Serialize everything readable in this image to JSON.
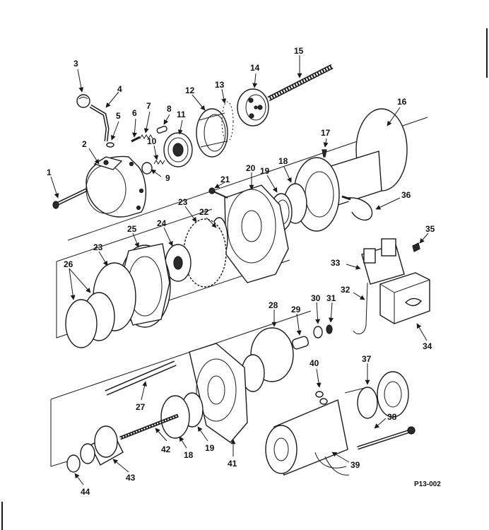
{
  "figure_ref": "P13-002",
  "callouts": {
    "c1": "1",
    "c2": "2",
    "c3": "3",
    "c4": "4",
    "c5": "5",
    "c6": "6",
    "c7": "7",
    "c8": "8",
    "c9": "9",
    "c10": "10",
    "c11": "11",
    "c12": "12",
    "c13": "13",
    "c14": "14",
    "c15": "15",
    "c16": "16",
    "c17": "17",
    "c18a": "18",
    "c19a": "19",
    "c20": "20",
    "c21": "21",
    "c22": "22",
    "c23a": "23",
    "c23b": "23",
    "c24": "24",
    "c25": "25",
    "c26": "26",
    "c27": "27",
    "c28": "28",
    "c29": "29",
    "c30": "30",
    "c31": "31",
    "c32": "32",
    "c33": "33",
    "c34": "34",
    "c35": "35",
    "c36": "36",
    "c37": "37",
    "c38": "38",
    "c39": "39",
    "c40": "40",
    "c41": "41",
    "c42": "42",
    "c43": "43",
    "c44": "44",
    "c18b": "18",
    "c19b": "19"
  }
}
